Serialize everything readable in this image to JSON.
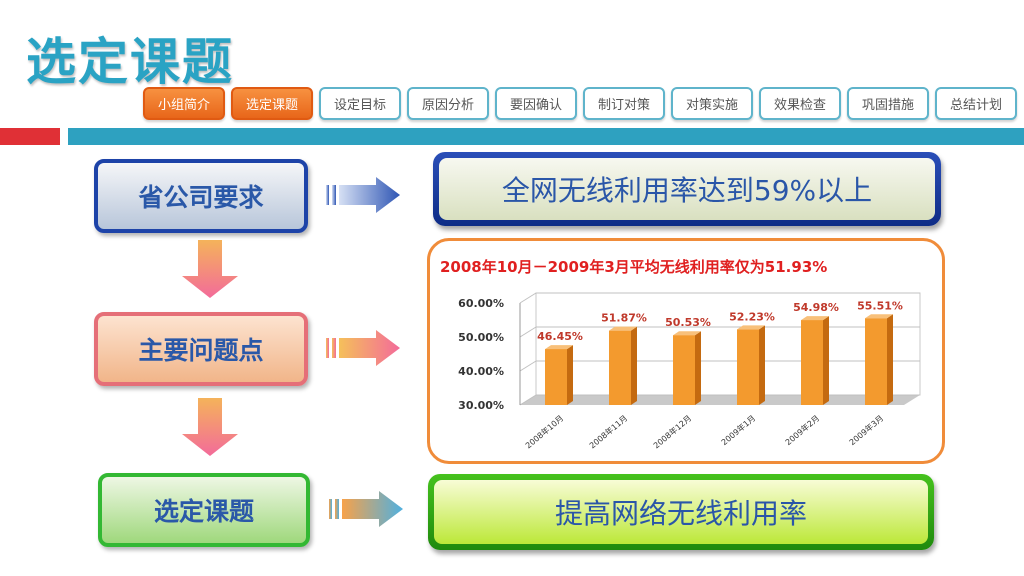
{
  "page": {
    "title": "选定课题"
  },
  "nav": {
    "tabs": [
      {
        "label": "小组简介",
        "active": true
      },
      {
        "label": "选定课题",
        "active": true
      },
      {
        "label": "设定目标",
        "active": false
      },
      {
        "label": "原因分析",
        "active": false
      },
      {
        "label": "要因确认",
        "active": false
      },
      {
        "label": "制订对策",
        "active": false
      },
      {
        "label": "对策实施",
        "active": false
      },
      {
        "label": "效果检查",
        "active": false
      },
      {
        "label": "巩固措施",
        "active": false
      },
      {
        "label": "总结计划",
        "active": false
      }
    ]
  },
  "flow": {
    "step1": "省公司要求",
    "step2": "主要问题点",
    "step3": "选定课题",
    "result1": "全网无线利用率达到59%以上",
    "result3": "提高网络无线利用率"
  },
  "colors": {
    "accent": "#2aa3c4",
    "active_tab": "#e8661a",
    "bar": "#f39a2e"
  },
  "chart_data": {
    "type": "bar",
    "title": "2008年10月－2009年3月平均无线利用率仅为51.93%",
    "categories": [
      "2008年10月",
      "2008年11月",
      "2008年12月",
      "2009年1月",
      "2009年2月",
      "2009年3月"
    ],
    "values": [
      46.45,
      51.87,
      50.53,
      52.23,
      54.98,
      55.51
    ],
    "data_labels": [
      "46.45%",
      "51.87%",
      "50.53%",
      "52.23%",
      "54.98%",
      "55.51%"
    ],
    "yticks": [
      "30.00%",
      "40.00%",
      "50.00%",
      "60.00%"
    ],
    "ylim": [
      30,
      60
    ],
    "grid": true
  }
}
